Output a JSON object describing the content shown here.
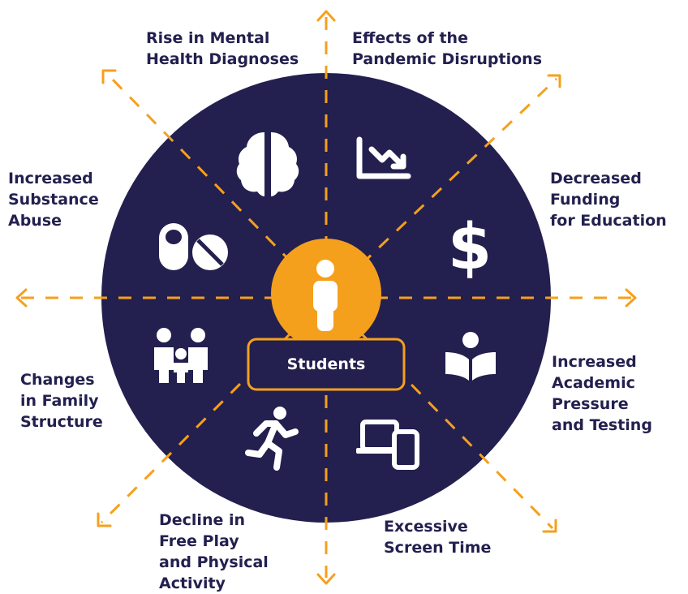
{
  "colors": {
    "navy": "#23204f",
    "orange": "#f5a01d",
    "white": "#ffffff"
  },
  "center": {
    "label": "Students",
    "icon": "person-icon"
  },
  "factors": [
    {
      "label": "Rise in Mental\nHealth Diagnoses",
      "icon": "brain-icon"
    },
    {
      "label": "Effects of the\nPandemic Disruptions",
      "icon": "chart-decline-icon"
    },
    {
      "label": "Decreased\nFunding\nfor Education",
      "icon": "dollar-icon"
    },
    {
      "label": "Increased\nAcademic\nPressure\nand Testing",
      "icon": "book-reader-icon"
    },
    {
      "label": "Excessive\nScreen Time",
      "icon": "devices-icon"
    },
    {
      "label": "Decline in\nFree Play\nand Physical\nActivity",
      "icon": "running-person-icon"
    },
    {
      "label": "Changes\nin Family\nStructure",
      "icon": "family-icon"
    },
    {
      "label": "Increased\nSubstance\nAbuse",
      "icon": "pills-icon"
    }
  ]
}
